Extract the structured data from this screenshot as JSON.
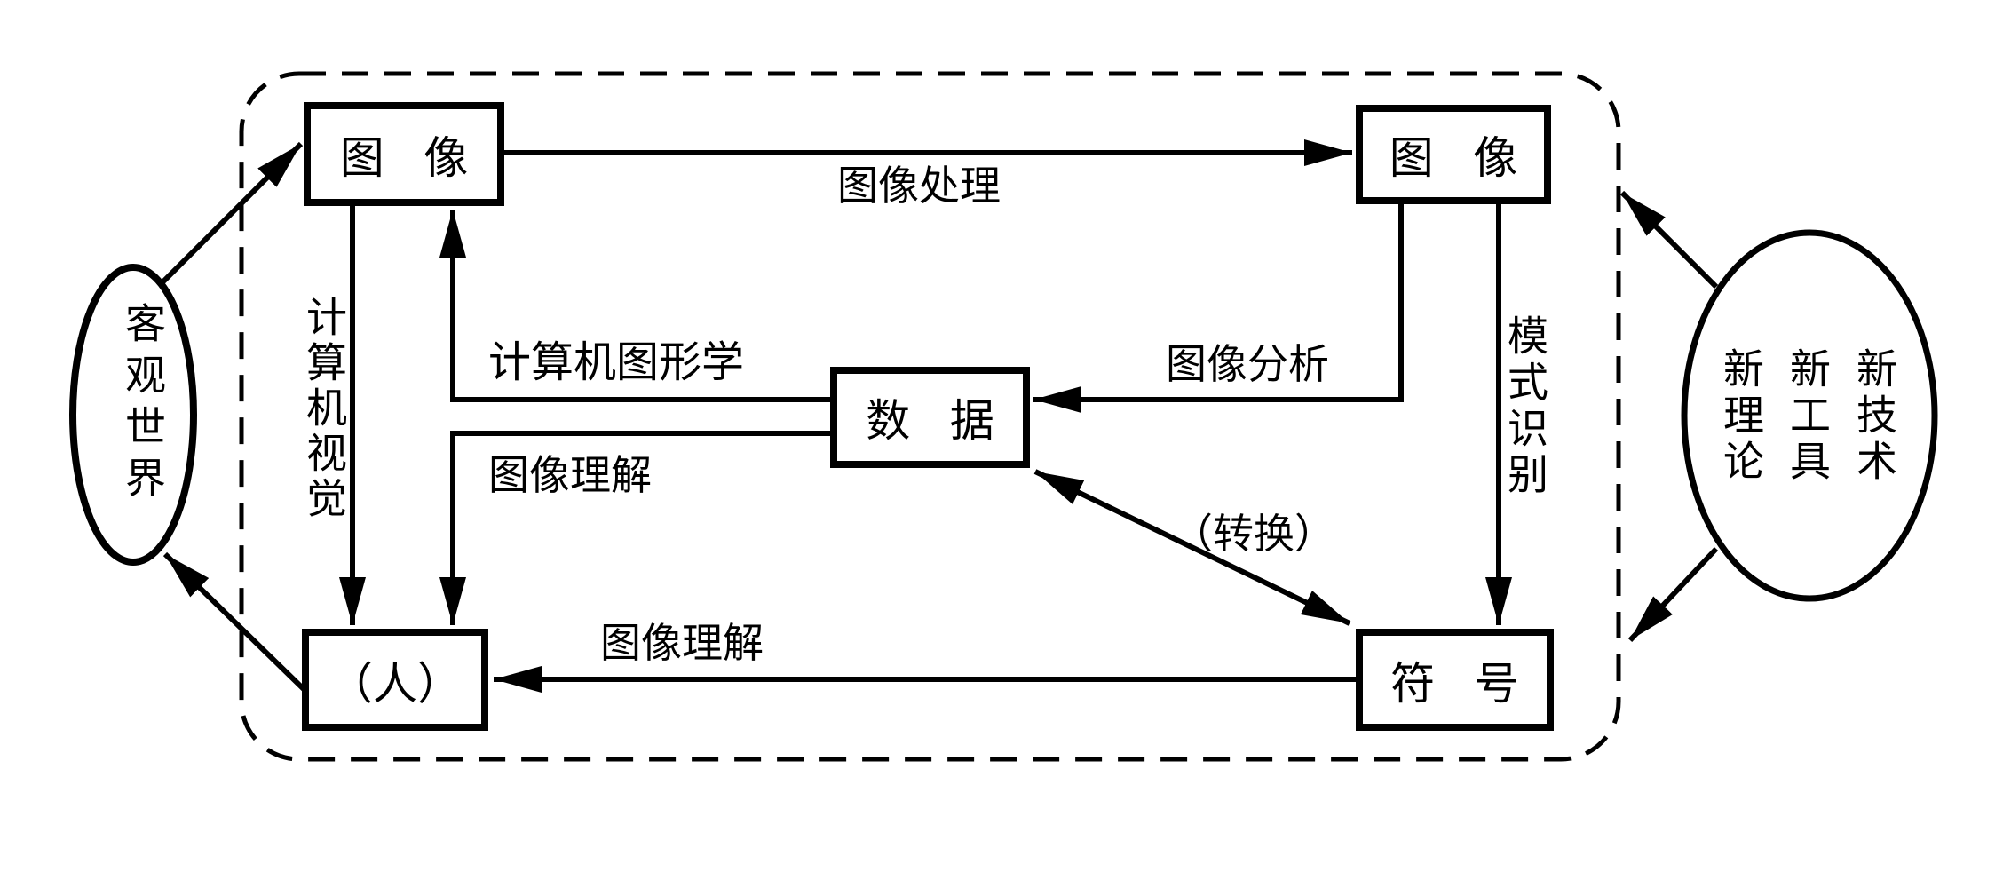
{
  "diagram": {
    "title": "image-engineering-relationship-diagram",
    "colors": {
      "stroke": "#000000",
      "background": "#ffffff"
    },
    "nodes": {
      "world": "客观世界",
      "image_left": "图 像",
      "image_right": "图 像",
      "data": "数 据",
      "human": "（人）",
      "symbol": "符 号",
      "innovation": "新技术\n新工具\n新理论"
    },
    "edges": {
      "image_processing": "图像处理",
      "computer_vision": "计算机视觉",
      "computer_graphics": "计算机图形学",
      "image_understanding_mid": "图像理解",
      "image_analysis": "图像分析",
      "pattern_recognition": "模式识别",
      "conversion": "（转换）",
      "image_understanding_bottom": "图像理解"
    }
  }
}
